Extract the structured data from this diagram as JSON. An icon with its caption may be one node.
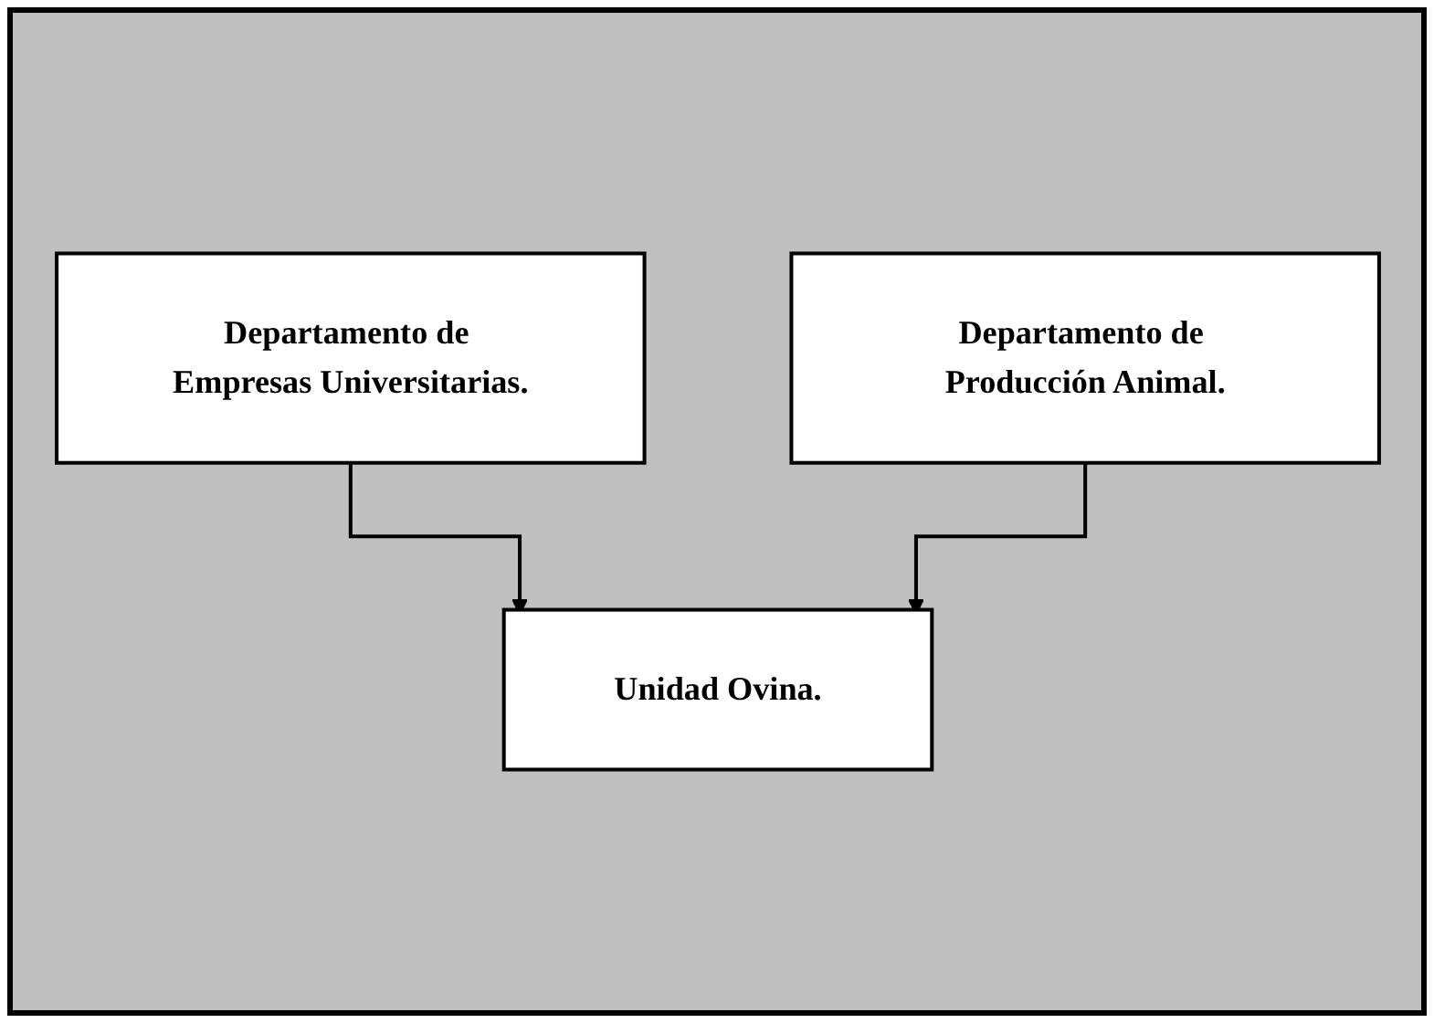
{
  "diagram": {
    "nodes": [
      {
        "text": [
          "Departamento de Empresas Universitarias."
        ]
      },
      {
        "text": [
          "Departamento de Producción Animal."
        ]
      },
      {
        "text": [
          "Unidad Ovina."
        ]
      }
    ],
    "edges": [
      {
        "from": 0,
        "to": 2,
        "arrow": "to"
      },
      {
        "from": 1,
        "to": 2,
        "arrow": "to"
      }
    ]
  }
}
